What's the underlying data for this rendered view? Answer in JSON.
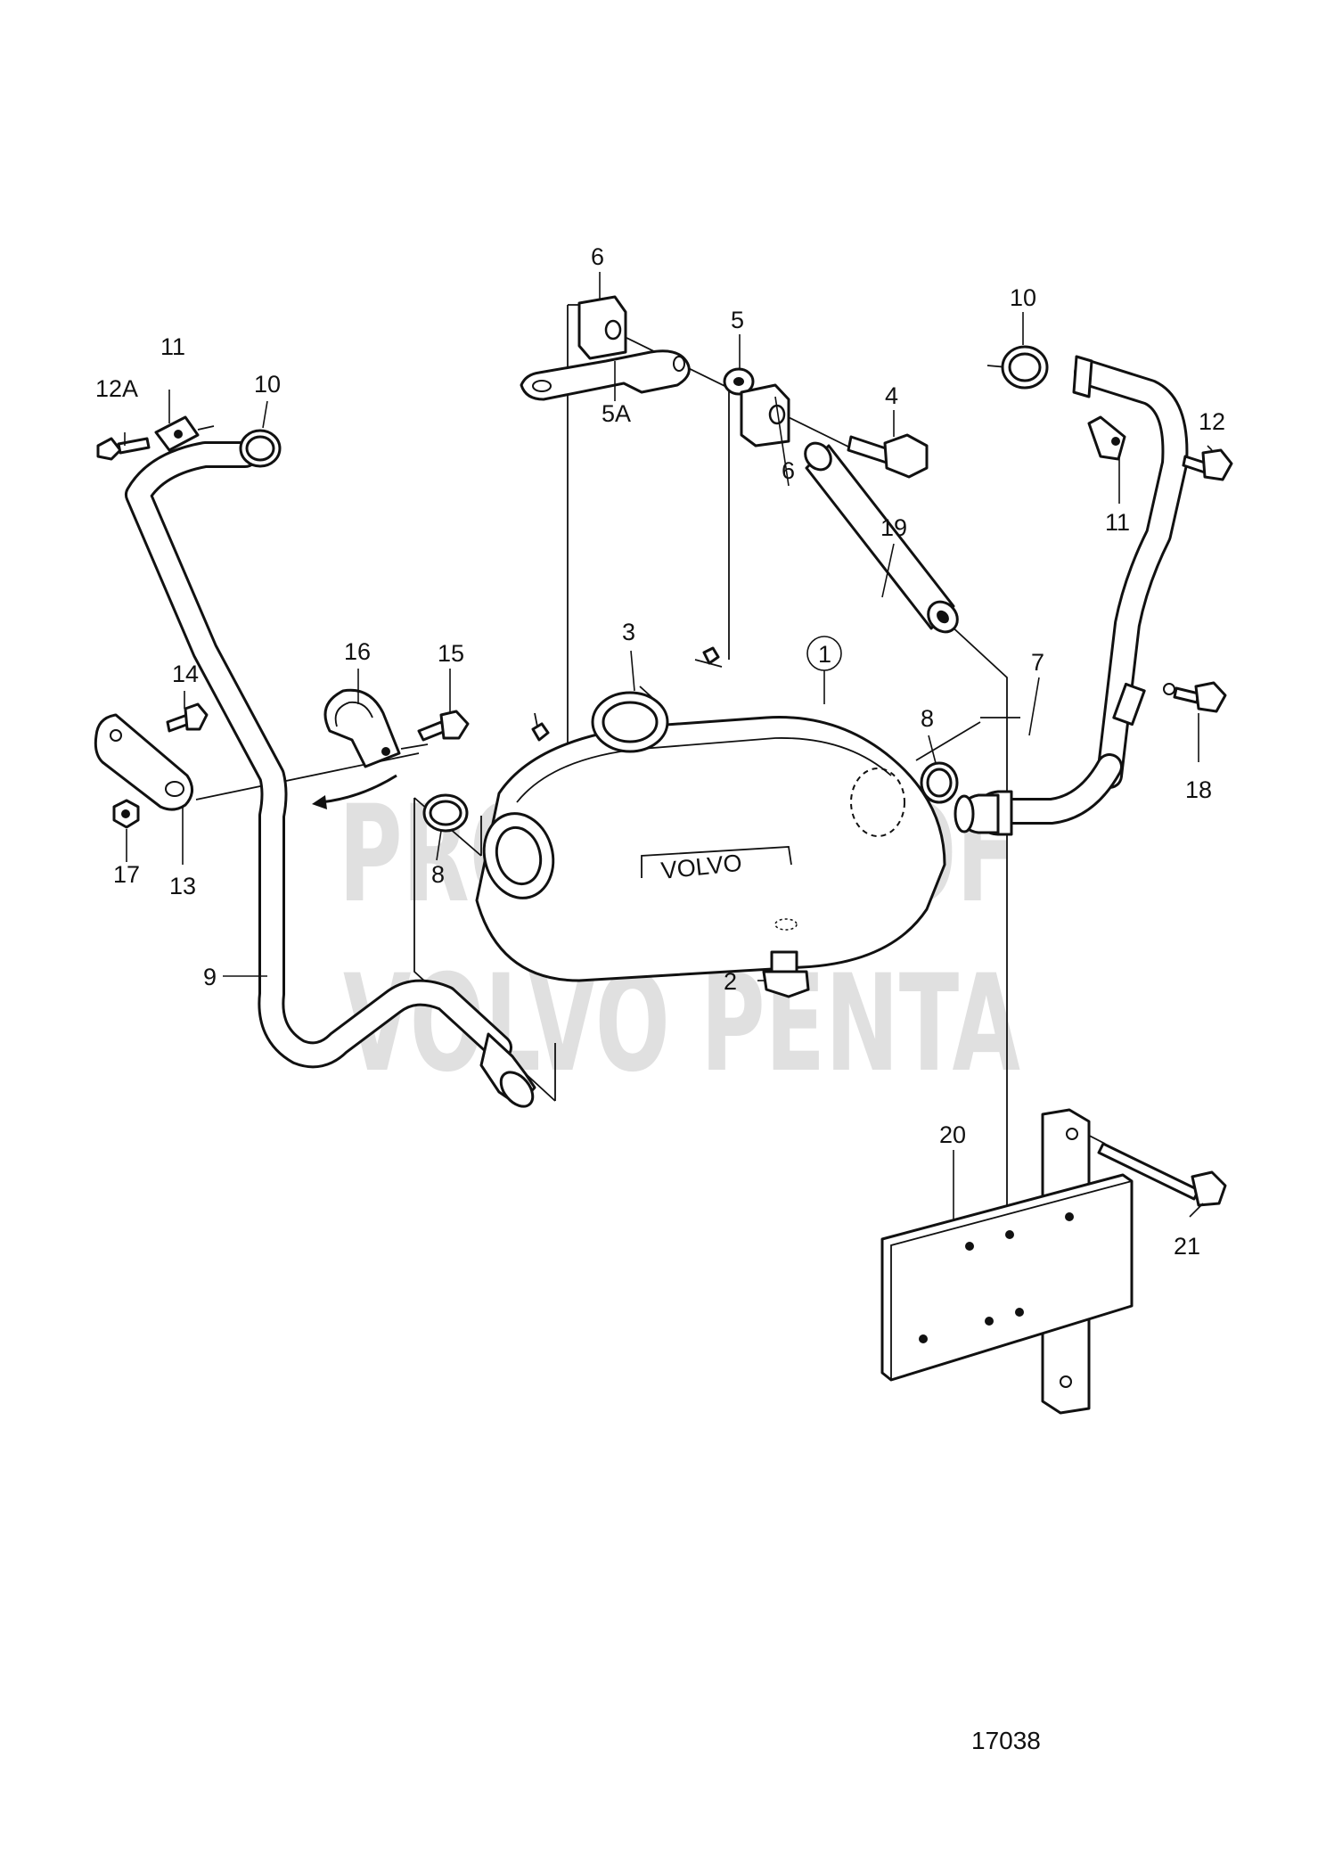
{
  "diagram": {
    "drawing_number": "17038",
    "watermark": {
      "line1": "PROPERTY OF",
      "line2": "VOLVO PENTA"
    },
    "muffler_brand": "VOLVO",
    "callouts": [
      "1",
      "2",
      "3",
      "4",
      "5",
      "5A",
      "6",
      "6",
      "7",
      "8",
      "8",
      "9",
      "10",
      "10",
      "11",
      "11",
      "12",
      "12A",
      "13",
      "14",
      "15",
      "16",
      "17",
      "18",
      "19",
      "20",
      "21"
    ]
  }
}
